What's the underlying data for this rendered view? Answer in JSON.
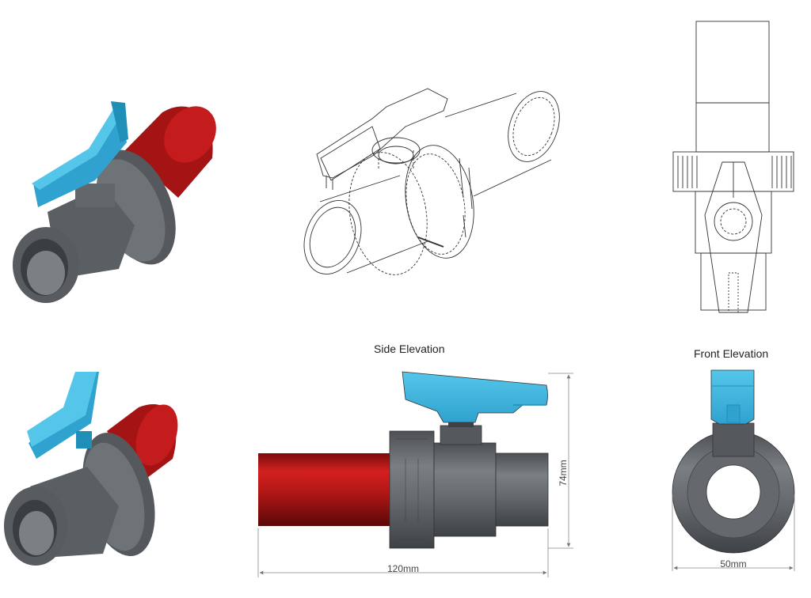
{
  "labels": {
    "side_elevation": "Side Elevation",
    "front_elevation": "Front Elevation"
  },
  "dimensions": {
    "side_length": "120mm",
    "side_height": "74mm",
    "front_width": "50mm"
  },
  "colors": {
    "handle": "#3fb8e0",
    "handle_dark": "#1f8fb8",
    "body": "#6a6f73",
    "body_dark": "#4a4f53",
    "pipe": "#b01616",
    "pipe_dark": "#7a0c0c",
    "outline": "#333333",
    "dim_line": "#888888"
  }
}
